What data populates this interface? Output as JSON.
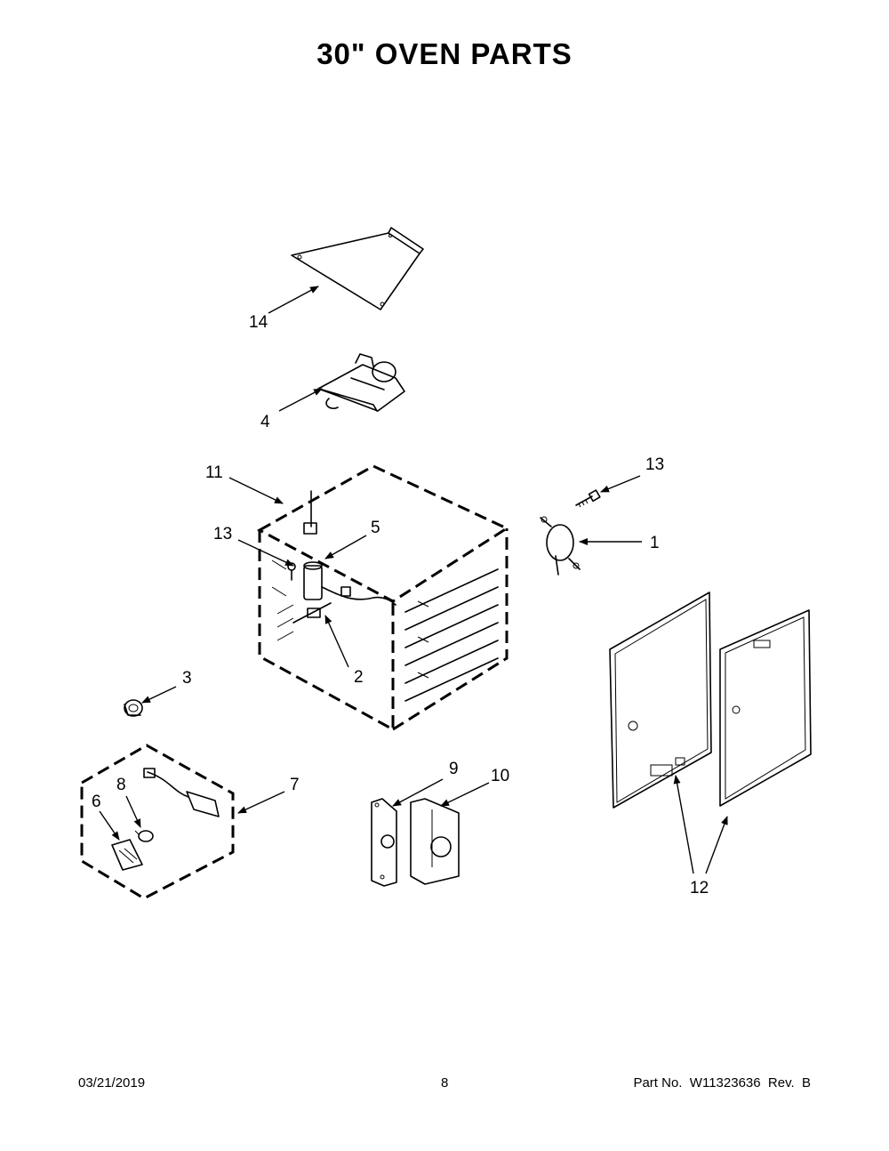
{
  "page_title": "30\" OVEN PARTS",
  "callouts": {
    "c1": "1",
    "c2": "2",
    "c3": "3",
    "c4": "4",
    "c5": "5",
    "c6": "6",
    "c7": "7",
    "c8": "8",
    "c9": "9",
    "c10": "10",
    "c11": "11",
    "c12": "12",
    "c13a": "13",
    "c13b": "13",
    "c14": "14"
  },
  "footer": {
    "date": "03/21/2019",
    "page_number": "8",
    "part_number": "Part No.  W11323636  Rev.  B"
  }
}
